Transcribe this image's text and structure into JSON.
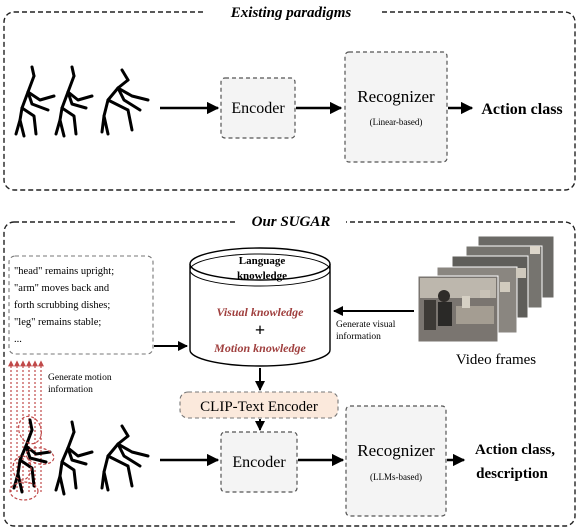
{
  "top_panel": {
    "title": "Existing paradigms",
    "encoder_label": "Encoder",
    "recognizer_label": "Recognizer",
    "recognizer_sub": "(Linear-based)",
    "output_label": "Action class"
  },
  "bottom_panel": {
    "title": "Our SUGAR",
    "description_lines": [
      "\"head\" remains upright;",
      "\"arm\" moves back and",
      "forth scrubbing dishes;",
      "\"leg\" remains stable;",
      "..."
    ],
    "language_knowledge_line1": "Language",
    "language_knowledge_line2": "knowledge",
    "visual_knowledge": "Visual knowledge",
    "plus": "+",
    "motion_knowledge": "Motion knowledge",
    "generate_visual_line1": "Generate visual",
    "generate_visual_line2": "information",
    "video_frames_label": "Video frames",
    "generate_motion_line1": "Generate motion",
    "generate_motion_line2": "information",
    "clip_encoder_label": "CLIP-Text Encoder",
    "encoder_label": "Encoder",
    "recognizer_label": "Recognizer",
    "recognizer_sub": "(LLMs-based)",
    "output_line1": "Action class,",
    "output_line2": "description"
  },
  "colors": {
    "knowledge_text": "#a0403f",
    "clip_fill": "#fbe9dc",
    "box_fill": "#f4f4f4",
    "dashed_border": "#555555",
    "motion_arrow": "#c04a4a"
  }
}
